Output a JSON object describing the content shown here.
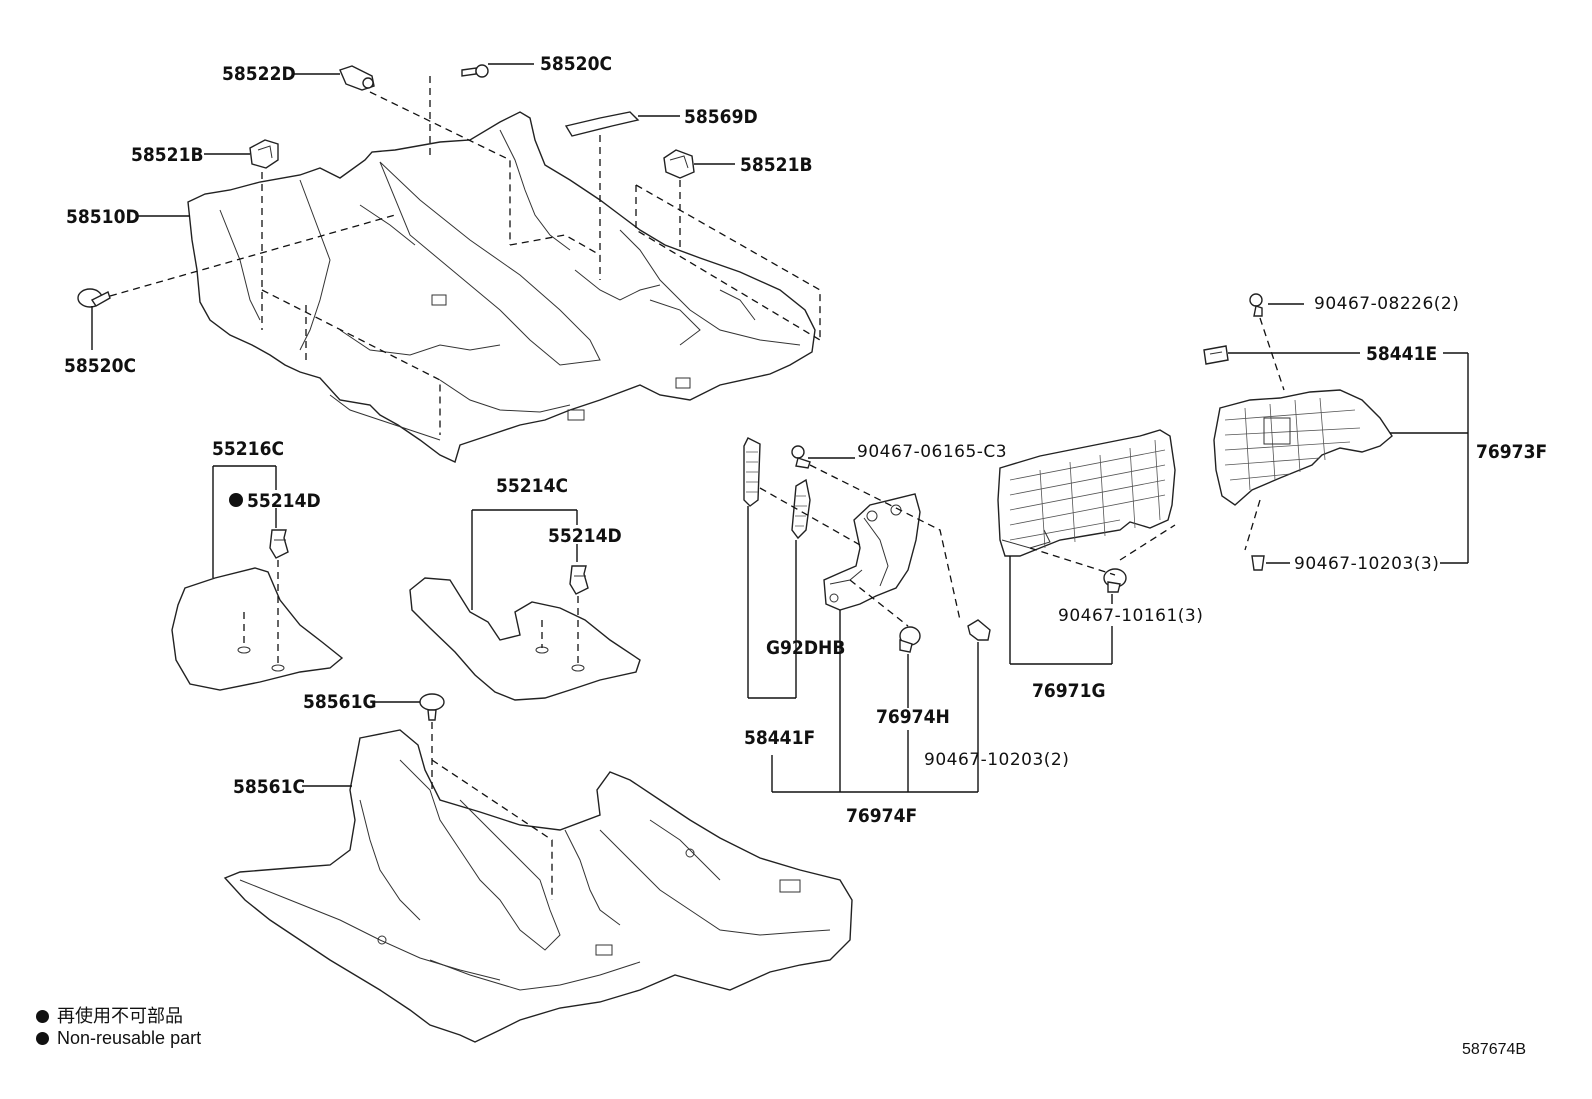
{
  "labels": {
    "p58522D": "58522D",
    "p58520C_top": "58520C",
    "p58569D": "58569D",
    "p58521B_left": "58521B",
    "p58521B_right": "58521B",
    "p58510D": "58510D",
    "p58520C_bottom": "58520C",
    "p55216C": "55216C",
    "p55214D_left": "55214D",
    "p55214C": "55214C",
    "p55214D_right": "55214D",
    "p58561G": "58561G",
    "p58561C": "58561C",
    "p90467_06165": "90467-06165-C3",
    "pG92DHB": "G92DHB",
    "p58441F": "58441F",
    "p76974H": "76974H",
    "p76974F": "76974F",
    "p90467_10203_2": "90467-10203(2)",
    "p90467_10161_3": "90467-10161(3)",
    "p76971G": "76971G",
    "p90467_08226_2": "90467-08226(2)",
    "p58441E": "58441E",
    "p76973F": "76973F",
    "p90467_10203_3": "90467-10203(3)"
  },
  "legend": {
    "line1": "再使用不可部品",
    "line2": "Non-reusable part"
  },
  "diagram_id": "587674B"
}
